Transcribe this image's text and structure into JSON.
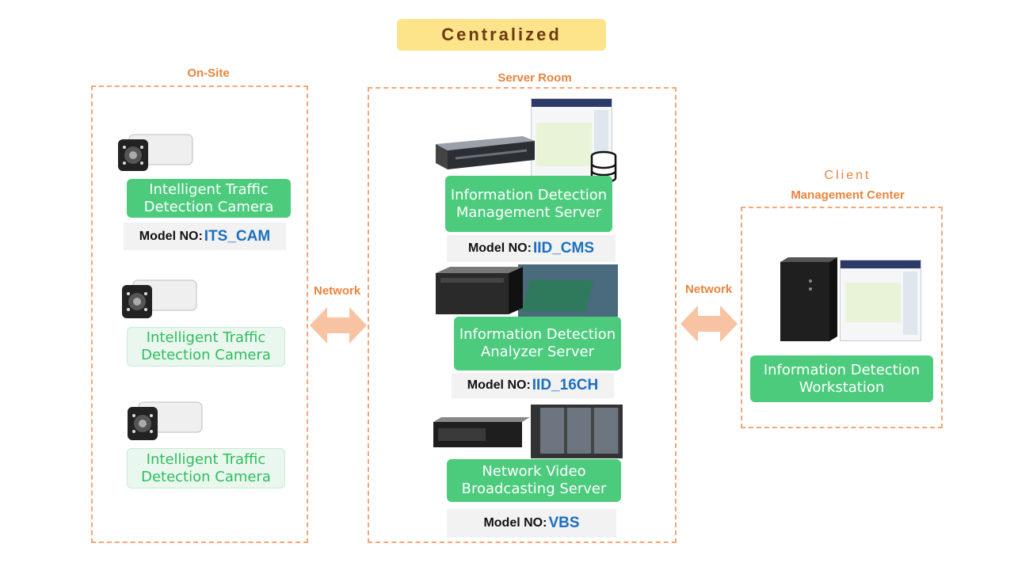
{
  "title": "Centralized",
  "sections": {
    "onsite": "On-Site",
    "server_room": "Server Room",
    "client_top": "Client",
    "client_bottom": "Management Center"
  },
  "network_labels": {
    "left": "Network",
    "right": "Network"
  },
  "model_prefix": "Model NO",
  "model_colon": ":",
  "cameras": [
    {
      "label": "Intelligent Traffic Detection Camera",
      "model": "ITS_CAM"
    },
    {
      "label": "Intelligent Traffic Detection Camera"
    },
    {
      "label": "Intelligent Traffic Detection Camera"
    }
  ],
  "servers": [
    {
      "label": "Information Detection Management Server",
      "model": "IID_CMS"
    },
    {
      "label": "Information Detection Analyzer Server",
      "model": "IID_16CH"
    },
    {
      "label": "Network Video Broadcasting Server",
      "model": "VBS"
    }
  ],
  "workstation": {
    "label": "Information Detection Workstation"
  },
  "colors": {
    "accent": "#e8843d",
    "green": "#4ccb7d",
    "model_code": "#1b6fbf",
    "title_bg": "#fde38a"
  }
}
